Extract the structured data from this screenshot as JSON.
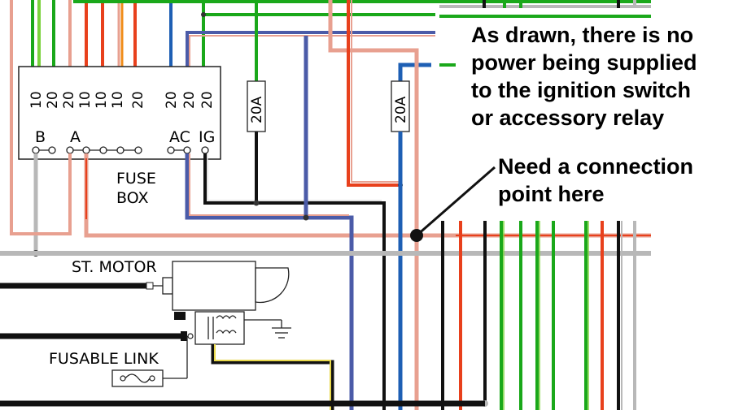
{
  "colors": {
    "red": "#e8401c",
    "pink": "#e8a090",
    "green": "#1aa81a",
    "light_green": "#7ad23c",
    "blue": "#1e5fb4",
    "purple_blue": "#4b5ba8",
    "gray": "#b8b8b8",
    "black": "#111111",
    "yellow": "#e8d84c",
    "orange": "#f08c18"
  },
  "fuse_box": {
    "values": [
      "10",
      "20",
      "20",
      "10",
      "10",
      "10",
      "20",
      "20",
      "20",
      "20"
    ],
    "labels": [
      "B",
      "A",
      "AC",
      "IG"
    ],
    "caption_line1": "FUSE",
    "caption_line2": "BOX"
  },
  "inline_fuses": [
    "20A",
    "20A"
  ],
  "labels": {
    "starter_motor": "ST. MOTOR",
    "fusable_link": "FUSABLE LINK"
  },
  "annotations": {
    "note_lines": [
      "As drawn, there is no",
      "power being supplied",
      "to the ignition switch",
      "or accessory relay"
    ],
    "connection_lines": [
      "Need a connection",
      "point here"
    ]
  }
}
